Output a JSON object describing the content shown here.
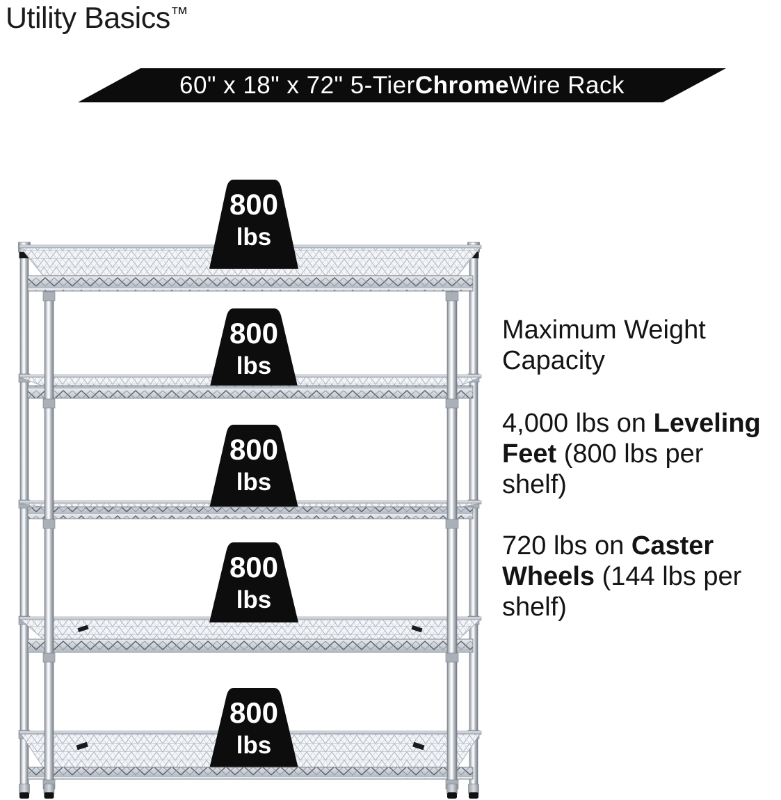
{
  "logo": {
    "text": "Utility Basics",
    "trademark": "™"
  },
  "banner": {
    "prefix": "60\" x 18\" x 72\" 5-Tier ",
    "highlight": "Chrome",
    "suffix": " Wire Rack"
  },
  "rack": {
    "description": "5-tier chrome wire shelving rack with leveling feet",
    "weights": [
      {
        "value": "800",
        "unit": "lbs"
      },
      {
        "value": "800",
        "unit": "lbs"
      },
      {
        "value": "800",
        "unit": "lbs"
      },
      {
        "value": "800",
        "unit": "lbs"
      },
      {
        "value": "800",
        "unit": "lbs"
      }
    ]
  },
  "info": {
    "heading_lines": [
      "Maximum Weight",
      "Capacity"
    ],
    "paragraphs": [
      {
        "lines": [
          {
            "pre": "4,000 lbs on ",
            "bold": "Leveling",
            "post": ""
          },
          {
            "pre": "",
            "bold": "Feet",
            "post": " (800 lbs per"
          },
          {
            "pre": "shelf)",
            "bold": "",
            "post": ""
          }
        ]
      },
      {
        "lines": [
          {
            "pre": "720 lbs on ",
            "bold": "Caster",
            "post": ""
          },
          {
            "pre": "",
            "bold": "Wheels",
            "post": " (144 lbs per"
          },
          {
            "pre": "shelf)",
            "bold": "",
            "post": ""
          }
        ]
      }
    ]
  },
  "colors": {
    "background": "#ffffff",
    "banner_bg": "#0c0c0c",
    "banner_fg": "#ffffff",
    "text": "#141414",
    "weight_badge_bg": "#0d0d0d",
    "weight_badge_fg": "#ffffff",
    "chrome_light": "#eef1f4",
    "chrome_dark": "#767c85"
  }
}
